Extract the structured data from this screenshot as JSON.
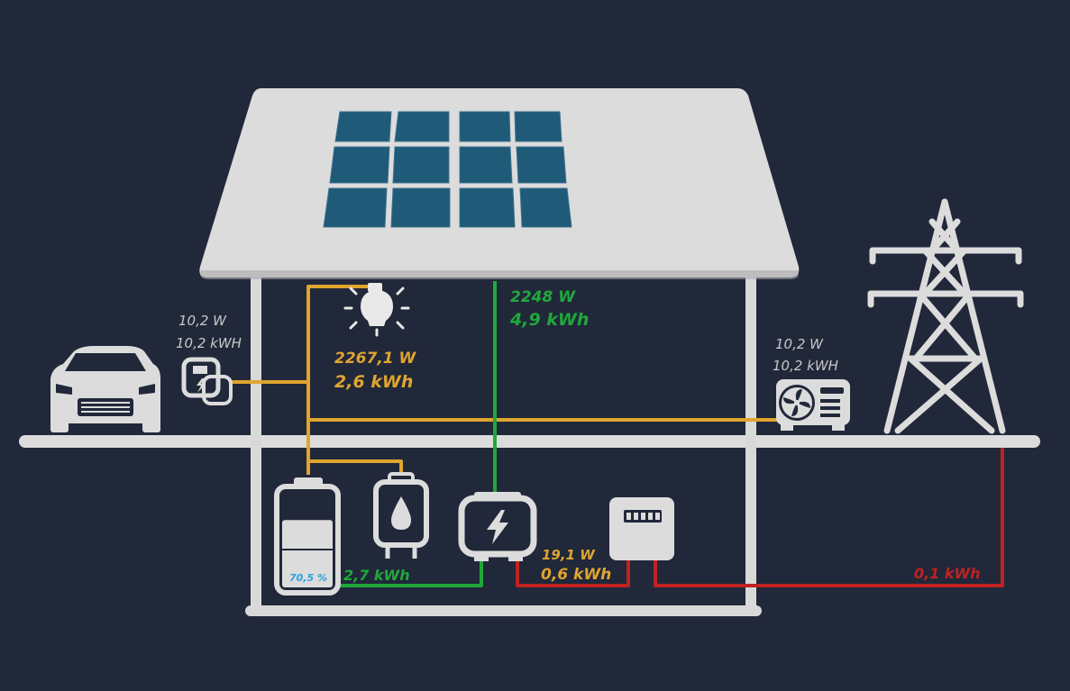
{
  "colors": {
    "background": "#21283a",
    "house": "#d9d9d9",
    "roof": "#dcdcdc",
    "panel": "#1f5a78",
    "consumption_line": "#e0a52f",
    "production_line": "#20a83a",
    "grid_line": "#c0221f",
    "battery_text": "#29a3e0",
    "muted_text": "#c8c8c8"
  },
  "car_charger": {
    "icon": "car-icon",
    "charger_icon": "wallbox-icon",
    "power": "10,2 W",
    "energy": "10,2 kWH"
  },
  "lighting": {
    "icon": "light-bulb-icon",
    "power": "2267,1 W",
    "energy": "2,6 kWh"
  },
  "solar": {
    "icon": "solar-panel-icon",
    "power": "2248 W",
    "energy": "4,9 kWh"
  },
  "heat_pump": {
    "icon": "heat-pump-icon",
    "power": "10,2 W",
    "energy": "10,2 kWH"
  },
  "battery": {
    "icon": "battery-icon",
    "level_percent": 70.5,
    "level_label": "70,5 %",
    "energy": "2,7 kWh"
  },
  "water_heater": {
    "icon": "water-heater-icon"
  },
  "inverter": {
    "icon": "inverter-icon",
    "power": "19,1 W",
    "energy": "0,6 kWh"
  },
  "meter": {
    "icon": "meter-icon"
  },
  "grid": {
    "icon": "power-pylon-icon",
    "energy": "0,1 kWh"
  }
}
